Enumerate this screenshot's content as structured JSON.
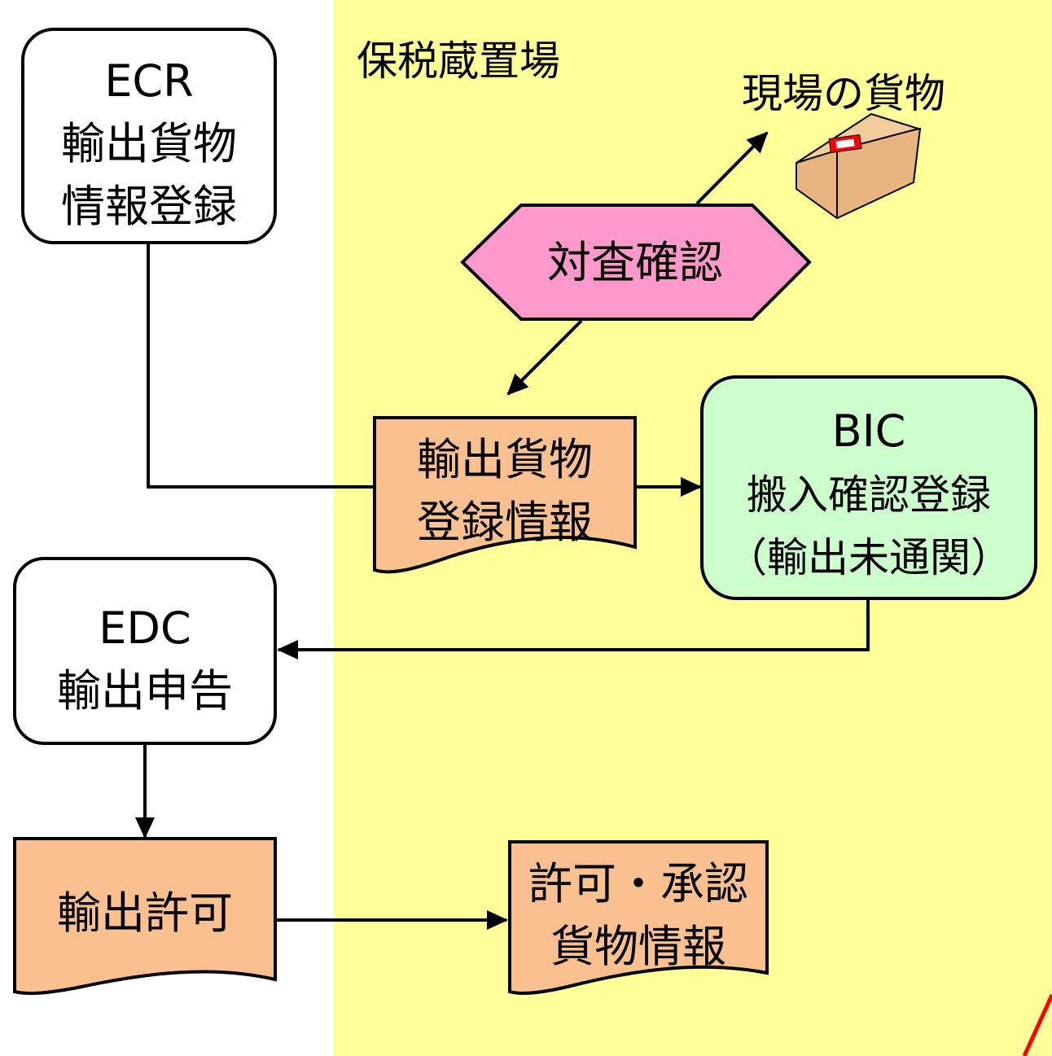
{
  "zone": {
    "label": "保税蔵置場"
  },
  "cargo": {
    "label": "現場の貨物"
  },
  "nodes": {
    "ecr": {
      "lines": [
        "ECR",
        "輸出貨物",
        "情報登録"
      ]
    },
    "taisa": {
      "label": "対査確認"
    },
    "export_record": {
      "lines": [
        "輸出貨物",
        "登録情報"
      ]
    },
    "bic": {
      "lines": [
        "BIC",
        "搬入確認登録",
        "（輸出未通関）"
      ]
    },
    "edc": {
      "lines": [
        "EDC",
        "輸出申告"
      ]
    },
    "export_permit": {
      "label": "輸出許可"
    },
    "approved_info": {
      "lines": [
        "許可・承認",
        "貨物情報"
      ]
    }
  },
  "colors": {
    "zone_fill": "#ffff99",
    "document_fill": "#fac090",
    "bic_fill": "#ccffcc",
    "taisa_fill": "#ff99cc",
    "box_fill": "#ffffff",
    "box_icon_fill": "#e8b480",
    "seal_red": "#ff0000"
  }
}
